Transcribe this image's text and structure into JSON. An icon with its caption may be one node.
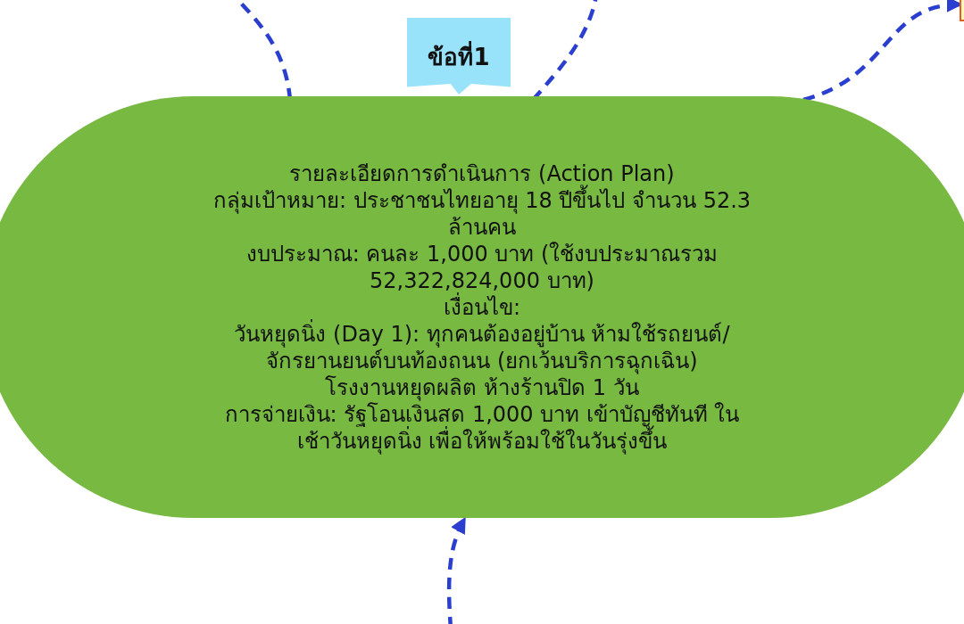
{
  "diagram": {
    "nodes": [
      {
        "text": [
          "รายละเอียดการดำเนินการ (Action Plan)",
          "กลุ่มเป้าหมาย: ประชาชนไทยอายุ 18 ปีขึ้นไป จำนวน 52.3 ล้านคน",
          "งบประมาณ: คนละ 1,000 บาท (ใช้งบประมาณรวม 52,322,824,000 บาท)",
          "เงื่อนไข:",
          "วันหยุดนิ่ง (Day 1): ทุกคนต้องอยู่บ้าน ห้ามใช้รถยนต์/จักรยานยนต์บนท้องถนน (ยกเว้นบริการฉุกเฉิน)",
          "โรงงานหยุดผลิต ห้างร้านปิด 1 วัน",
          "การจ่ายเงิน: รัฐโอนเงินสด 1,000 บาท เข้าบัญชีทันที ในเช้าวันหยุดนิ่ง เพื่อให้พร้อมใช้ในวันรุ่งขึ้น"
        ]
      },
      {
        "text": [
          "ข้อที่1"
        ]
      },
      {
        "text": [],
        "shape": "box"
      }
    ],
    "edges": [
      {
        "from": 0,
        "to": null,
        "arrow": "none",
        "style": "dashed"
      },
      {
        "from": 0,
        "to": null,
        "arrow": "none",
        "style": "dashed"
      },
      {
        "from": 0,
        "to": 2,
        "arrow": "to",
        "style": "dashed"
      },
      {
        "from": null,
        "to": 0,
        "arrow": "to",
        "style": "dashed"
      }
    ]
  }
}
